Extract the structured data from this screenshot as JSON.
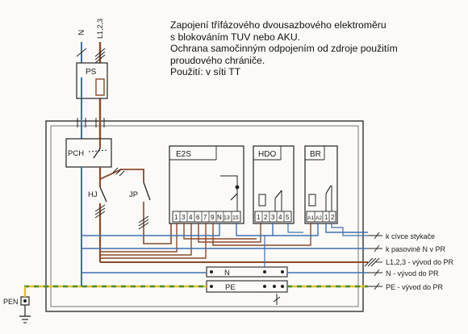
{
  "description_lines": [
    "Zapojení třífázového dvousazbového elektroměru",
    "s blokováním TUV nebo AKU.",
    "Ochrana samočinným odpojením od zdroje použitím",
    "proudového chrániče.",
    "Použití: v síti TT"
  ],
  "supply": {
    "n_label": "N",
    "phase_label": "L1,2,3"
  },
  "components": {
    "ps": "PS",
    "pch": "PCH",
    "hj": "HJ",
    "jp": "JP",
    "e2s": "E2S",
    "hdo": "HDO",
    "br": "BR",
    "n_bar": "N",
    "pe_bar": "PE",
    "pen": "PEN"
  },
  "terminals": {
    "e2s": [
      "1",
      "3",
      "4",
      "6",
      "7",
      "9",
      "N",
      "13",
      "15"
    ],
    "hdo": [
      "1",
      "2",
      "3",
      "4",
      "5"
    ],
    "br": [
      "A1",
      "A2",
      "1",
      "2"
    ]
  },
  "outputs": [
    "k cívce stykače",
    "k pasovině N v PR",
    "L1,2,3 - vývod do PR",
    "N - vývod do PR",
    "PE - vývod do PR"
  ],
  "colors": {
    "blue_wire": "#3f6fb0",
    "brown_wire": "#8a4a2a",
    "pe_yellow": "#e0c02a",
    "pe_green": "#4a8a3a",
    "line": "#222222"
  }
}
